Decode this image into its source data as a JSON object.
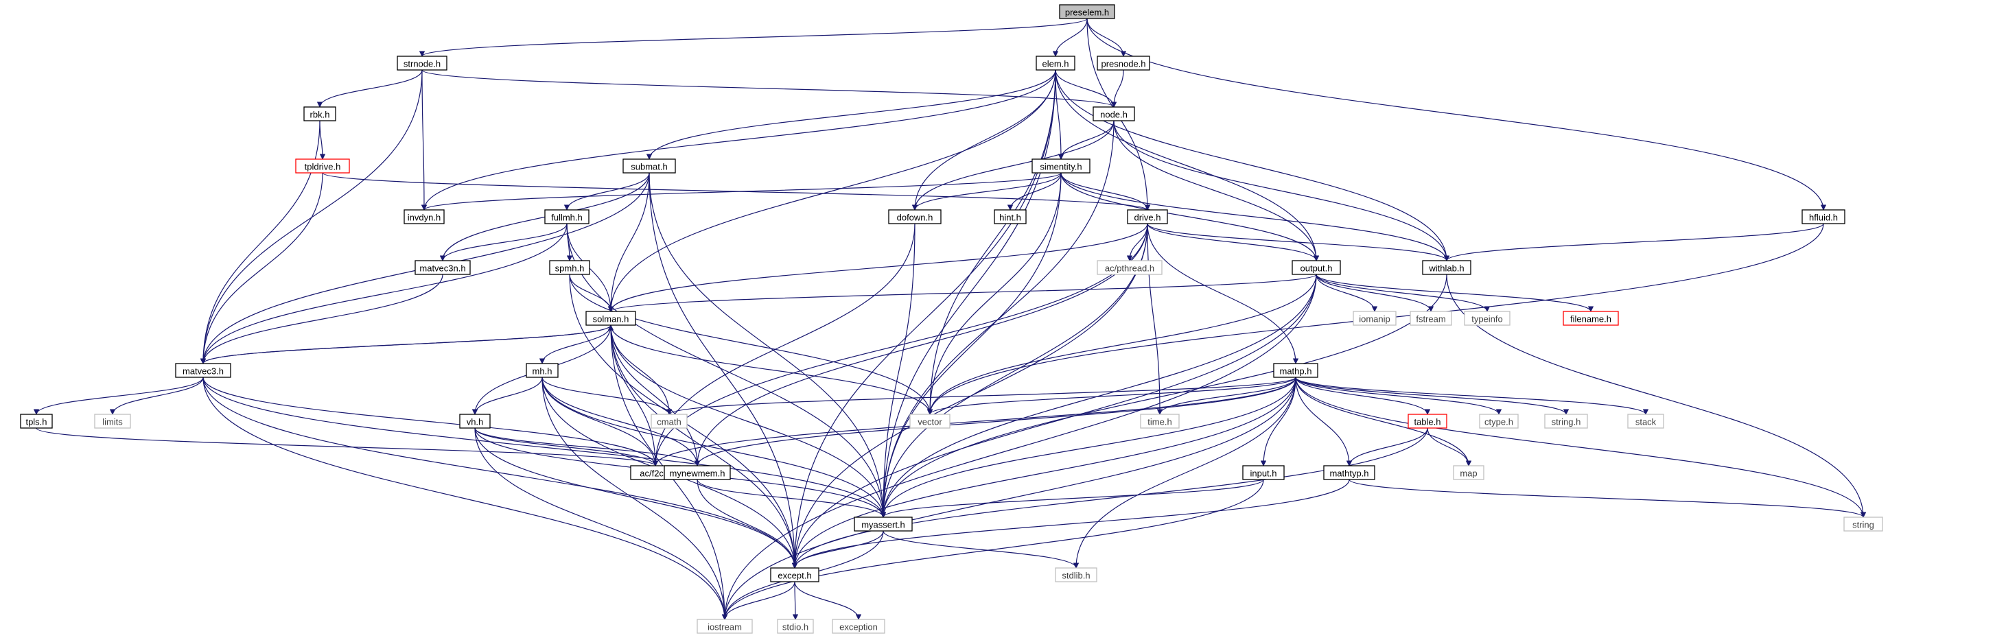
{
  "colors": {
    "edge": "#191970",
    "node_border": "#000000",
    "node_border_missing": "#bfbfbf",
    "node_border_link": "#ff0000",
    "root_fill": "#bfbfbf",
    "text": "#000000",
    "text_missing": "#404040"
  },
  "nodes": [
    {
      "id": "preselem",
      "label": "preselem.h",
      "kind": "root"
    },
    {
      "id": "strnode",
      "label": "strnode.h",
      "kind": "file"
    },
    {
      "id": "elem",
      "label": "elem.h",
      "kind": "file"
    },
    {
      "id": "presnode",
      "label": "presnode.h",
      "kind": "file"
    },
    {
      "id": "rbk",
      "label": "rbk.h",
      "kind": "file"
    },
    {
      "id": "node",
      "label": "node.h",
      "kind": "file"
    },
    {
      "id": "tpldrive",
      "label": "tpldrive.h",
      "kind": "link"
    },
    {
      "id": "submat",
      "label": "submat.h",
      "kind": "file"
    },
    {
      "id": "simentity",
      "label": "simentity.h",
      "kind": "file"
    },
    {
      "id": "invdyn",
      "label": "invdyn.h",
      "kind": "file"
    },
    {
      "id": "fullmh",
      "label": "fullmh.h",
      "kind": "file"
    },
    {
      "id": "dofown",
      "label": "dofown.h",
      "kind": "file"
    },
    {
      "id": "hint",
      "label": "hint.h",
      "kind": "file"
    },
    {
      "id": "drive",
      "label": "drive.h",
      "kind": "file"
    },
    {
      "id": "hfluid",
      "label": "hfluid.h",
      "kind": "file"
    },
    {
      "id": "matvec3n",
      "label": "matvec3n.h",
      "kind": "file"
    },
    {
      "id": "spmh",
      "label": "spmh.h",
      "kind": "file"
    },
    {
      "id": "acpthread",
      "label": "ac/pthread.h",
      "kind": "missing"
    },
    {
      "id": "output",
      "label": "output.h",
      "kind": "file"
    },
    {
      "id": "withlab",
      "label": "withlab.h",
      "kind": "file"
    },
    {
      "id": "solman",
      "label": "solman.h",
      "kind": "file"
    },
    {
      "id": "iomanip",
      "label": "iomanip",
      "kind": "missing"
    },
    {
      "id": "fstream",
      "label": "fstream",
      "kind": "missing"
    },
    {
      "id": "typeinfo",
      "label": "typeinfo",
      "kind": "missing"
    },
    {
      "id": "filename",
      "label": "filename.h",
      "kind": "link"
    },
    {
      "id": "matvec3",
      "label": "matvec3.h",
      "kind": "file"
    },
    {
      "id": "mathp",
      "label": "mathp.h",
      "kind": "file"
    },
    {
      "id": "mh",
      "label": "mh.h",
      "kind": "file"
    },
    {
      "id": "tpls",
      "label": "tpls.h",
      "kind": "file"
    },
    {
      "id": "limits",
      "label": "limits",
      "kind": "missing"
    },
    {
      "id": "cmath",
      "label": "cmath",
      "kind": "missing"
    },
    {
      "id": "vector",
      "label": "vector",
      "kind": "missing"
    },
    {
      "id": "timeh",
      "label": "time.h",
      "kind": "missing"
    },
    {
      "id": "table",
      "label": "table.h",
      "kind": "link"
    },
    {
      "id": "ctype",
      "label": "ctype.h",
      "kind": "missing"
    },
    {
      "id": "stringh",
      "label": "string.h",
      "kind": "missing"
    },
    {
      "id": "stack",
      "label": "stack",
      "kind": "missing"
    },
    {
      "id": "vh",
      "label": "vh.h",
      "kind": "file"
    },
    {
      "id": "acf2c",
      "label": "ac/f2c.h",
      "kind": "file"
    },
    {
      "id": "mynewmem",
      "label": "mynewmem.h",
      "kind": "file"
    },
    {
      "id": "input",
      "label": "input.h",
      "kind": "file"
    },
    {
      "id": "mathtyp",
      "label": "mathtyp.h",
      "kind": "file"
    },
    {
      "id": "map",
      "label": "map",
      "kind": "missing"
    },
    {
      "id": "myassert",
      "label": "myassert.h",
      "kind": "file"
    },
    {
      "id": "string",
      "label": "string",
      "kind": "missing"
    },
    {
      "id": "except",
      "label": "except.h",
      "kind": "file"
    },
    {
      "id": "stdlib",
      "label": "stdlib.h",
      "kind": "missing"
    },
    {
      "id": "iostream",
      "label": "iostream",
      "kind": "missing"
    },
    {
      "id": "stdio",
      "label": "stdio.h",
      "kind": "missing"
    },
    {
      "id": "exception",
      "label": "exception",
      "kind": "missing"
    }
  ],
  "edges": [
    [
      "preselem",
      "strnode"
    ],
    [
      "preselem",
      "elem"
    ],
    [
      "preselem",
      "presnode"
    ],
    [
      "preselem",
      "drive"
    ],
    [
      "preselem",
      "hfluid"
    ],
    [
      "strnode",
      "rbk"
    ],
    [
      "strnode",
      "node"
    ],
    [
      "strnode",
      "invdyn"
    ],
    [
      "strnode",
      "matvec3"
    ],
    [
      "elem",
      "node"
    ],
    [
      "elem",
      "submat"
    ],
    [
      "elem",
      "simentity"
    ],
    [
      "elem",
      "invdyn"
    ],
    [
      "elem",
      "dofown"
    ],
    [
      "elem",
      "output"
    ],
    [
      "elem",
      "withlab"
    ],
    [
      "elem",
      "solman"
    ],
    [
      "elem",
      "vector"
    ],
    [
      "elem",
      "myassert"
    ],
    [
      "elem",
      "except"
    ],
    [
      "presnode",
      "node"
    ],
    [
      "rbk",
      "tpldrive"
    ],
    [
      "rbk",
      "matvec3"
    ],
    [
      "tpldrive",
      "matvec3"
    ],
    [
      "tpldrive",
      "drive"
    ],
    [
      "node",
      "simentity"
    ],
    [
      "node",
      "dofown"
    ],
    [
      "node",
      "output"
    ],
    [
      "node",
      "withlab"
    ],
    [
      "node",
      "myassert"
    ],
    [
      "submat",
      "fullmh"
    ],
    [
      "submat",
      "matvec3n"
    ],
    [
      "submat",
      "matvec3"
    ],
    [
      "submat",
      "solman"
    ],
    [
      "submat",
      "myassert"
    ],
    [
      "submat",
      "except"
    ],
    [
      "simentity",
      "invdyn"
    ],
    [
      "simentity",
      "dofown"
    ],
    [
      "simentity",
      "hint"
    ],
    [
      "simentity",
      "drive"
    ],
    [
      "simentity",
      "output"
    ],
    [
      "simentity",
      "withlab"
    ],
    [
      "simentity",
      "vector"
    ],
    [
      "simentity",
      "myassert"
    ],
    [
      "hfluid",
      "withlab"
    ],
    [
      "hfluid",
      "vector"
    ],
    [
      "fullmh",
      "matvec3n"
    ],
    [
      "fullmh",
      "spmh"
    ],
    [
      "fullmh",
      "solman"
    ],
    [
      "fullmh",
      "matvec3"
    ],
    [
      "fullmh",
      "myassert"
    ],
    [
      "dofown",
      "myassert"
    ],
    [
      "dofown",
      "acf2c"
    ],
    [
      "drive",
      "acpthread"
    ],
    [
      "drive",
      "output"
    ],
    [
      "drive",
      "withlab"
    ],
    [
      "drive",
      "solman"
    ],
    [
      "drive",
      "mathp"
    ],
    [
      "drive",
      "timeh"
    ],
    [
      "drive",
      "acf2c"
    ],
    [
      "drive",
      "myassert"
    ],
    [
      "drive",
      "except"
    ],
    [
      "drive",
      "mynewmem"
    ],
    [
      "matvec3n",
      "matvec3"
    ],
    [
      "spmh",
      "solman"
    ],
    [
      "spmh",
      "vector"
    ],
    [
      "spmh",
      "except"
    ],
    [
      "output",
      "solman"
    ],
    [
      "output",
      "iomanip"
    ],
    [
      "output",
      "fstream"
    ],
    [
      "output",
      "typeinfo"
    ],
    [
      "output",
      "filename"
    ],
    [
      "output",
      "vector"
    ],
    [
      "output",
      "myassert"
    ],
    [
      "output",
      "except"
    ],
    [
      "output",
      "iostream"
    ],
    [
      "withlab",
      "myassert"
    ],
    [
      "withlab",
      "string"
    ],
    [
      "solman",
      "matvec3"
    ],
    [
      "solman",
      "mh"
    ],
    [
      "solman",
      "cmath"
    ],
    [
      "solman",
      "vector"
    ],
    [
      "solman",
      "acf2c"
    ],
    [
      "solman",
      "mynewmem"
    ],
    [
      "solman",
      "myassert"
    ],
    [
      "solman",
      "except"
    ],
    [
      "solman",
      "iostream"
    ],
    [
      "solman",
      "vh"
    ],
    [
      "matvec3",
      "solman"
    ],
    [
      "matvec3",
      "tpls"
    ],
    [
      "matvec3",
      "limits"
    ],
    [
      "matvec3",
      "acf2c"
    ],
    [
      "matvec3",
      "myassert"
    ],
    [
      "matvec3",
      "except"
    ],
    [
      "matvec3",
      "iostream"
    ],
    [
      "mathp",
      "cmath"
    ],
    [
      "mathp",
      "vector"
    ],
    [
      "mathp",
      "timeh"
    ],
    [
      "mathp",
      "table"
    ],
    [
      "mathp",
      "ctype"
    ],
    [
      "mathp",
      "stringh"
    ],
    [
      "mathp",
      "stack"
    ],
    [
      "mathp",
      "map"
    ],
    [
      "mathp",
      "input"
    ],
    [
      "mathp",
      "mathtyp"
    ],
    [
      "mathp",
      "acf2c"
    ],
    [
      "mathp",
      "mynewmem"
    ],
    [
      "mathp",
      "myassert"
    ],
    [
      "mathp",
      "string"
    ],
    [
      "mathp",
      "except"
    ],
    [
      "mathp",
      "stdlib"
    ],
    [
      "mathp",
      "iostream"
    ],
    [
      "mh",
      "vh"
    ],
    [
      "mh",
      "cmath"
    ],
    [
      "mh",
      "acf2c"
    ],
    [
      "mh",
      "mynewmem"
    ],
    [
      "mh",
      "myassert"
    ],
    [
      "mh",
      "except"
    ],
    [
      "mh",
      "iostream"
    ],
    [
      "tpls",
      "acf2c"
    ],
    [
      "table",
      "map"
    ],
    [
      "table",
      "mathtyp"
    ],
    [
      "table",
      "except"
    ],
    [
      "vh",
      "acf2c"
    ],
    [
      "vh",
      "mynewmem"
    ],
    [
      "vh",
      "myassert"
    ],
    [
      "vh",
      "except"
    ],
    [
      "vh",
      "iostream"
    ],
    [
      "mynewmem",
      "myassert"
    ],
    [
      "mynewmem",
      "except"
    ],
    [
      "input",
      "myassert"
    ],
    [
      "input",
      "iostream"
    ],
    [
      "mathtyp",
      "string"
    ],
    [
      "mathtyp",
      "except"
    ],
    [
      "myassert",
      "except"
    ],
    [
      "myassert",
      "stdlib"
    ],
    [
      "myassert",
      "iostream"
    ],
    [
      "except",
      "iostream"
    ],
    [
      "except",
      "stdio"
    ],
    [
      "except",
      "exception"
    ]
  ]
}
